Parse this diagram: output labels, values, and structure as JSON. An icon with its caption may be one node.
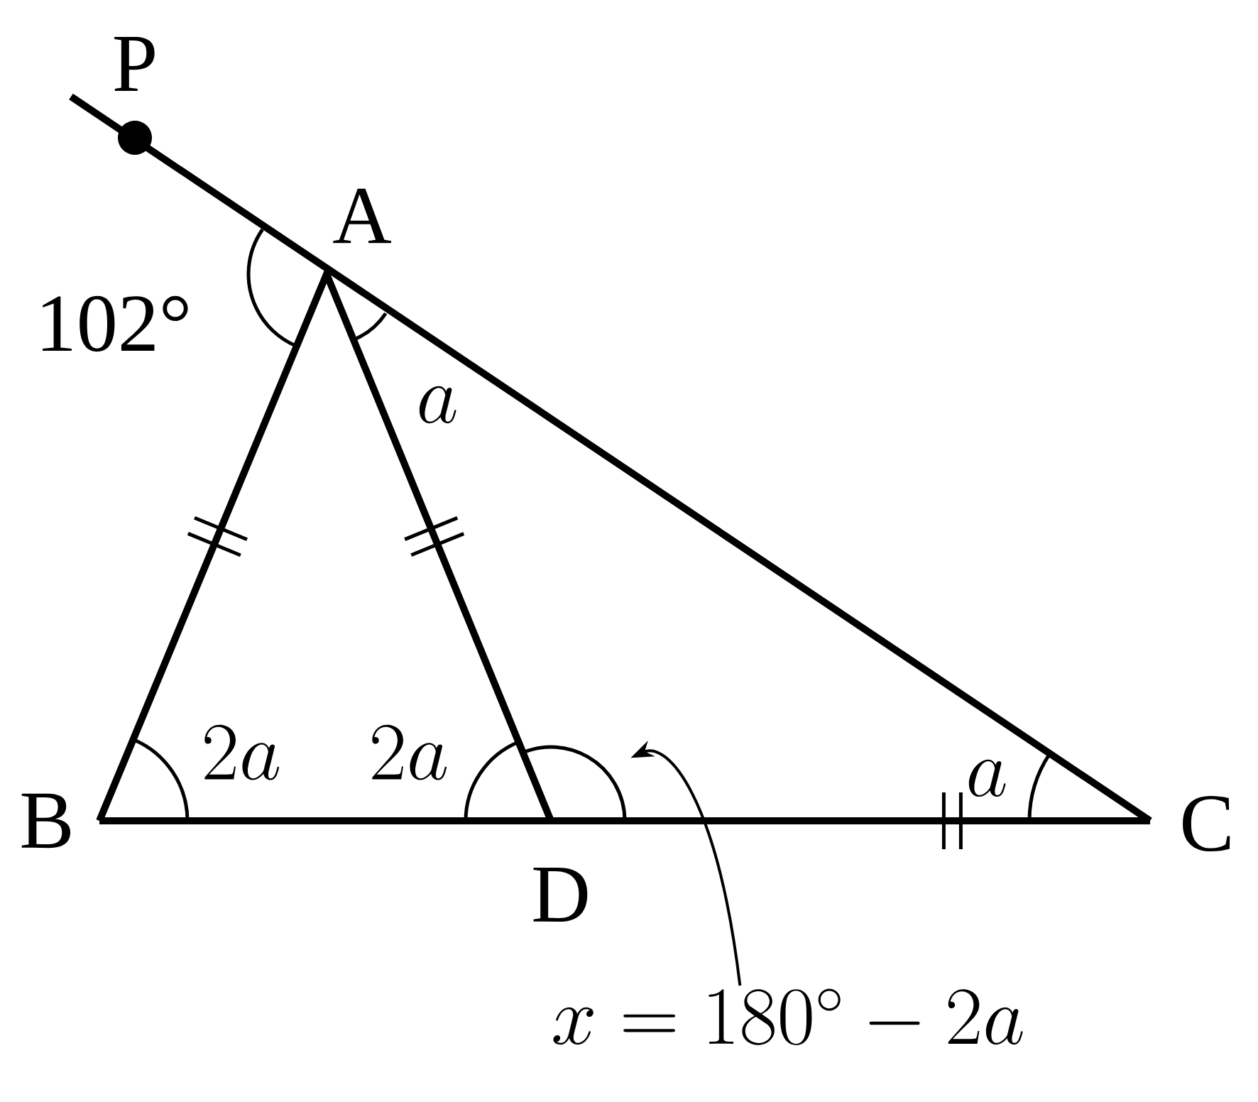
{
  "diagram": {
    "nodes": [
      {
        "text": [
          "x=180^{\\circ}-2a"
        ]
      },
      {
        "text": [],
        "shape": "arc"
      }
    ],
    "edges": [
      {
        "from": 0,
        "to": 1,
        "arrow": "to"
      }
    ],
    "labels": [
      "P",
      "A",
      "102°",
      "a",
      "B",
      "2a",
      "2a",
      "a",
      "C",
      "D"
    ]
  }
}
